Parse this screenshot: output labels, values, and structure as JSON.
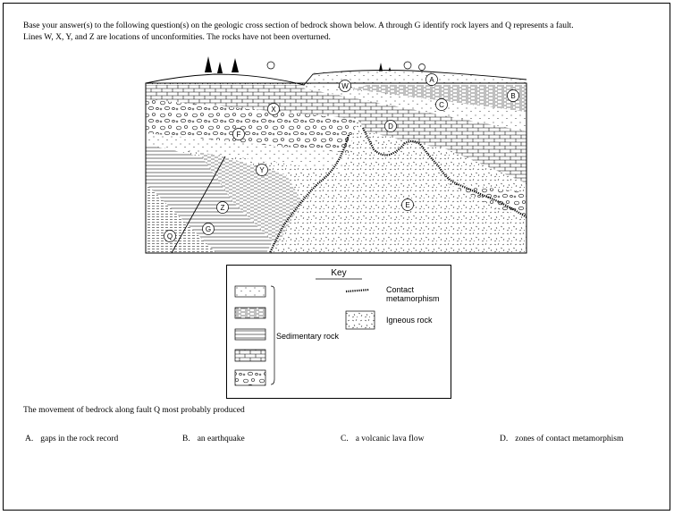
{
  "intro": {
    "line1": "Base your answer(s) to the following question(s) on the geologic cross section of bedrock shown below.  A through G identify rock layers and Q represents a fault.",
    "line2": "Lines W, X, Y, and Z are locations of unconformities.  The rocks have not been overturned."
  },
  "cross_section": {
    "labels": {
      "A": "A",
      "B": "B",
      "C": "C",
      "D": "D",
      "E": "E",
      "F": "F",
      "G": "G",
      "Q": "Q",
      "W": "W",
      "X": "X",
      "Y": "Y",
      "Z": "Z"
    }
  },
  "key": {
    "title": "Key",
    "contact": [
      "Contact",
      "metamorphism"
    ],
    "igneous": "Igneous rock",
    "sedimentary": "Sedimentary rock"
  },
  "question": "The movement of bedrock along fault Q most probably produced",
  "choices": [
    {
      "letter": "A.",
      "text": "gaps in the rock record"
    },
    {
      "letter": "B.",
      "text": "an earthquake"
    },
    {
      "letter": "C.",
      "text": "a volcanic lava flow"
    },
    {
      "letter": "D.",
      "text": "zones of contact metamorphism"
    }
  ]
}
